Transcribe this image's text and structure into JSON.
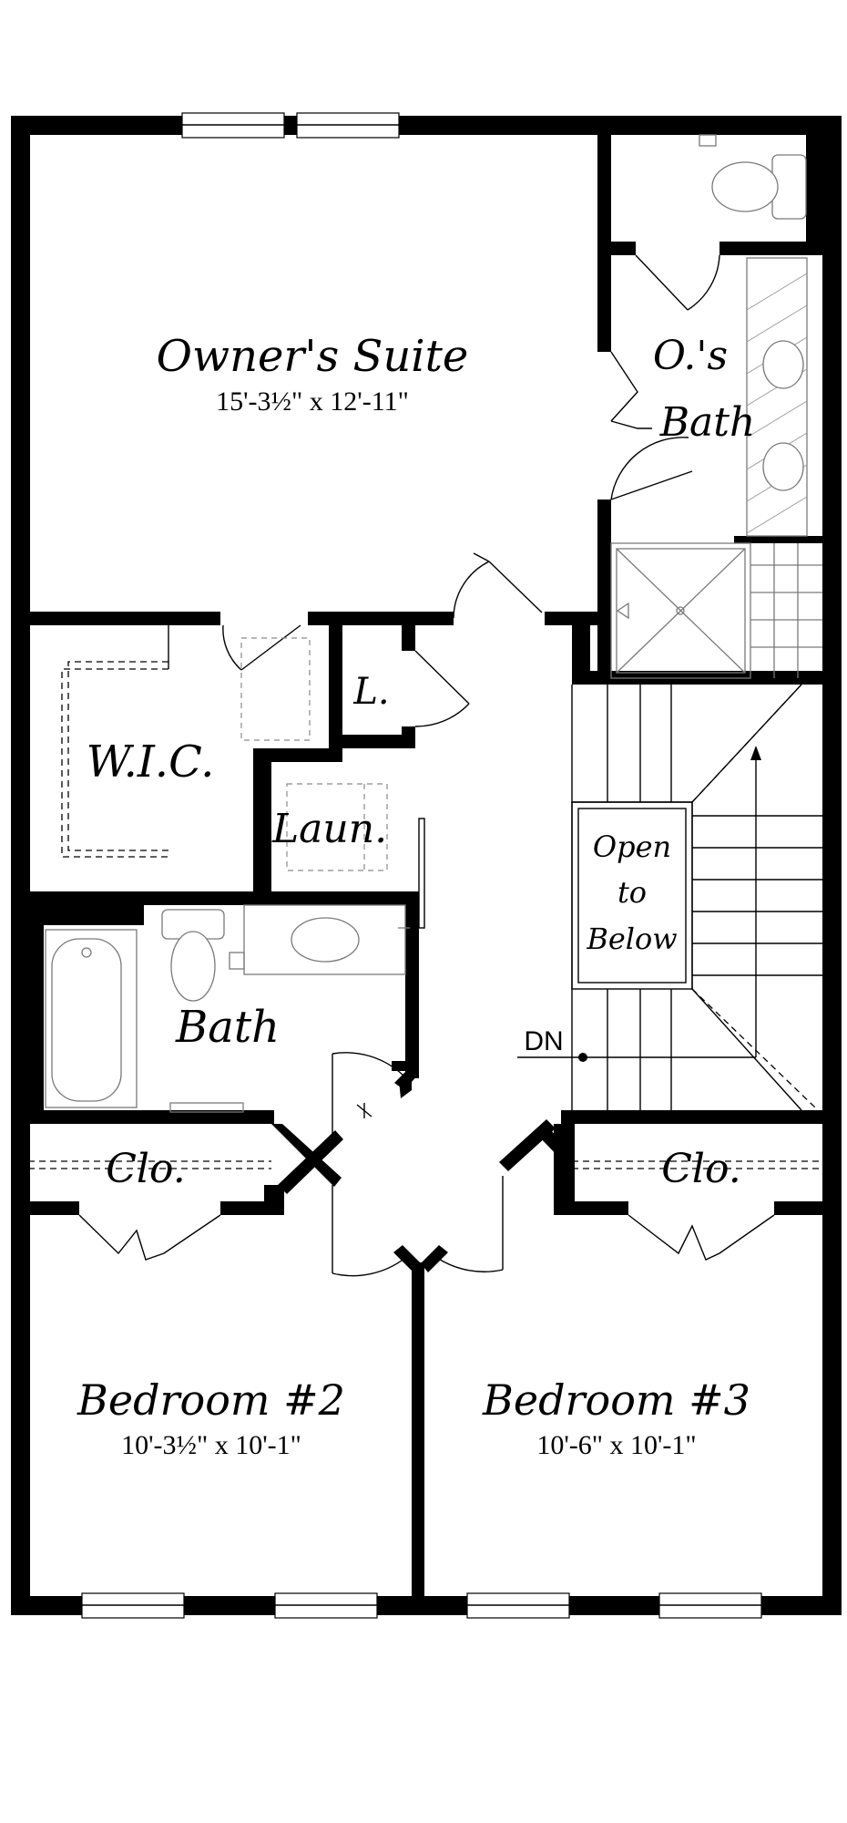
{
  "rooms": {
    "owners_suite": {
      "name": "Owner's Suite",
      "dims": "15'-3½\" x 12'-11\""
    },
    "owners_bath": {
      "line1": "O.'s",
      "line2": "Bath"
    },
    "wic": {
      "name": "W.I.C."
    },
    "linen": {
      "name": "L."
    },
    "laundry": {
      "name": "Laun."
    },
    "open_to_below": {
      "line1": "Open",
      "line2": "to",
      "line3": "Below"
    },
    "bath": {
      "name": "Bath"
    },
    "closet_left": {
      "name": "Clo."
    },
    "closet_right": {
      "name": "Clo."
    },
    "bedroom2": {
      "name": "Bedroom #2",
      "dims": "10'-3½\" x 10'-1\""
    },
    "bedroom3": {
      "name": "Bedroom #3",
      "dims": "10'-6\" x 10'-1\""
    }
  },
  "stairs": {
    "label": "DN"
  },
  "colors": {
    "wall": "#000000",
    "fixture": "#7a7a7a",
    "background": "#ffffff"
  }
}
